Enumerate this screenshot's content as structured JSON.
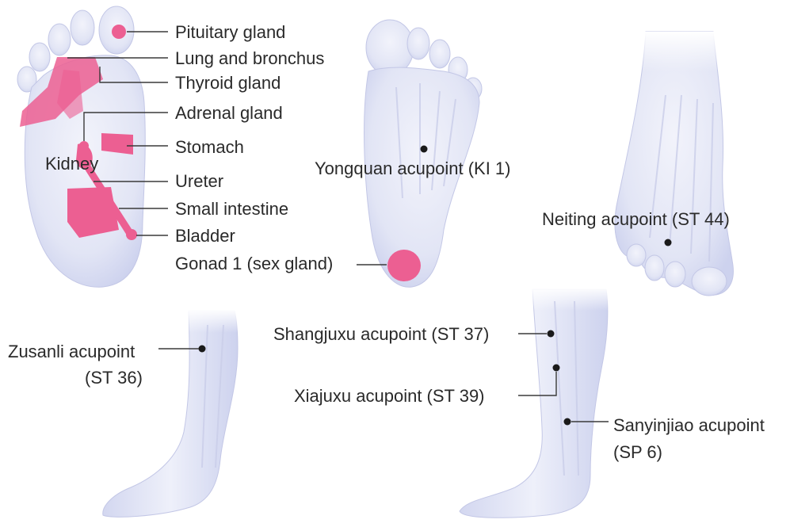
{
  "sole_reflexology_labels": {
    "pituitary": "Pituitary gland",
    "lung": "Lung and bronchus",
    "thyroid": "Thyroid gland",
    "adrenal": "Adrenal gland",
    "stomach": "Stomach",
    "kidney": "Kidney",
    "ureter": "Ureter",
    "small_intestine": "Small intestine",
    "bladder": "Bladder",
    "gonad": "Gonad 1 (sex gland)"
  },
  "acupoints": {
    "yongquan": "Yongquan acupoint (KI 1)",
    "neiting": "Neiting acupoint (ST 44)",
    "zusanli_line1": "Zusanli acupoint",
    "zusanli_line2": "(ST 36)",
    "shangjuxu": "Shangjuxu acupoint (ST 37)",
    "xiajuxu": "Xiajuxu acupoint (ST 39)",
    "sanyinjiao_line1": "Sanyinjiao acupoint",
    "sanyinjiao_line2": "(SP 6)"
  },
  "colors": {
    "reflex_zone": "#ec5f92",
    "skin": "#e6e8f6",
    "point": "#1a1a1a"
  }
}
